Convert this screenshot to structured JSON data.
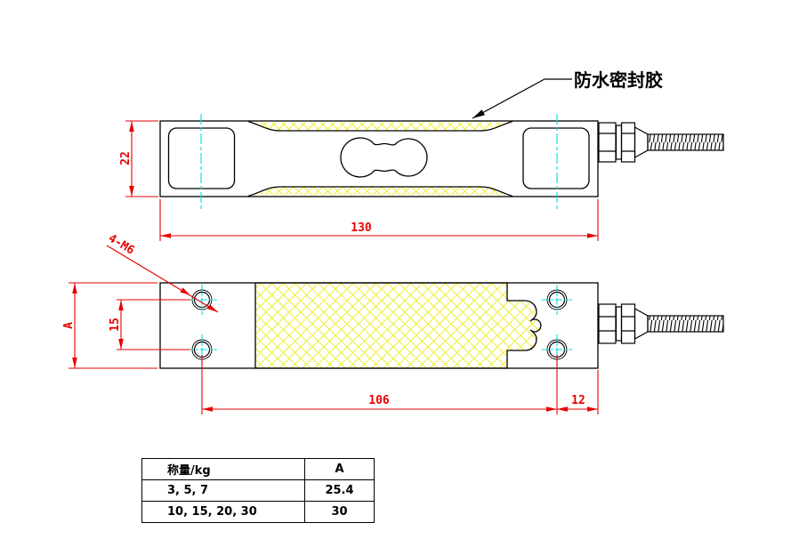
{
  "callout": {
    "label": "防水密封胶"
  },
  "side_view": {
    "dim_height": "22",
    "dim_length": "130"
  },
  "plan_view": {
    "holes_label": "4-M6",
    "dim_width": "A",
    "dim_hole_spacing": "15",
    "dim_hole_span": "106",
    "dim_edge_offset": "12"
  },
  "spec_table": {
    "header": {
      "capacity": "称量/kg",
      "a": "A"
    },
    "rows": [
      {
        "capacity": "3, 5, 7",
        "a": "25.4"
      },
      {
        "capacity": "10, 15, 20, 30",
        "a": "30"
      }
    ]
  },
  "colors": {
    "outline": "#000000",
    "dimension": "#e60000",
    "centerline": "#00dddd",
    "hatch": "#efef3c",
    "background": "#ffffff"
  }
}
